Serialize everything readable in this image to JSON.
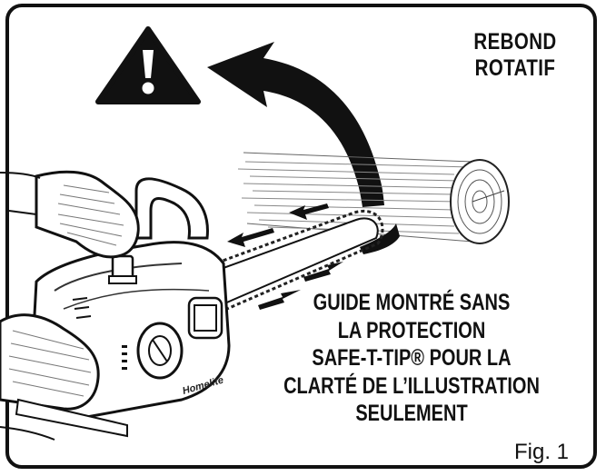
{
  "warning": {
    "title_line1": "REBOND",
    "title_line2": "ROTATIF",
    "icon": "warning-triangle-icon"
  },
  "chainsaw": {
    "brand": "Homelite"
  },
  "caption": {
    "line1": "GUIDE MONTRÉ SANS",
    "line2": "LA PROTECTION",
    "line3": "SAFE-T-TIP® POUR LA",
    "line4": "CLARTÉ DE L’ILLUSTRATION",
    "line5": "SEULEMENT"
  },
  "figure": {
    "label": "Fig. 1"
  }
}
